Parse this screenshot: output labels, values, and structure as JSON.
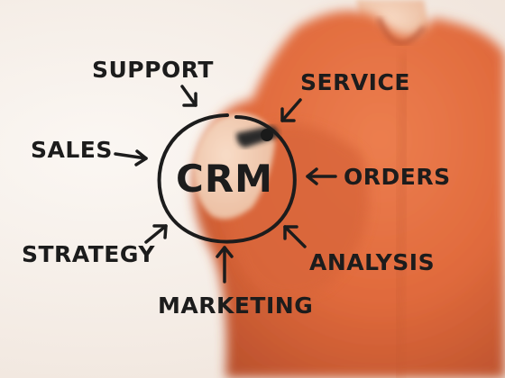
{
  "center": {
    "label": "CRM"
  },
  "labels": {
    "support": "SUPPORT",
    "service": "SERVICE",
    "sales": "SALES",
    "orders": "ORDERS",
    "strategy": "STRATEGY",
    "analysis": "ANALYSIS",
    "marketing": "MARKETING"
  },
  "colors": {
    "shirt": "#e06a3c",
    "shirt_shadow": "#b9502c",
    "skin": "#f2cdb4",
    "ink": "#1c1c1c",
    "background": "#f6efe9"
  }
}
